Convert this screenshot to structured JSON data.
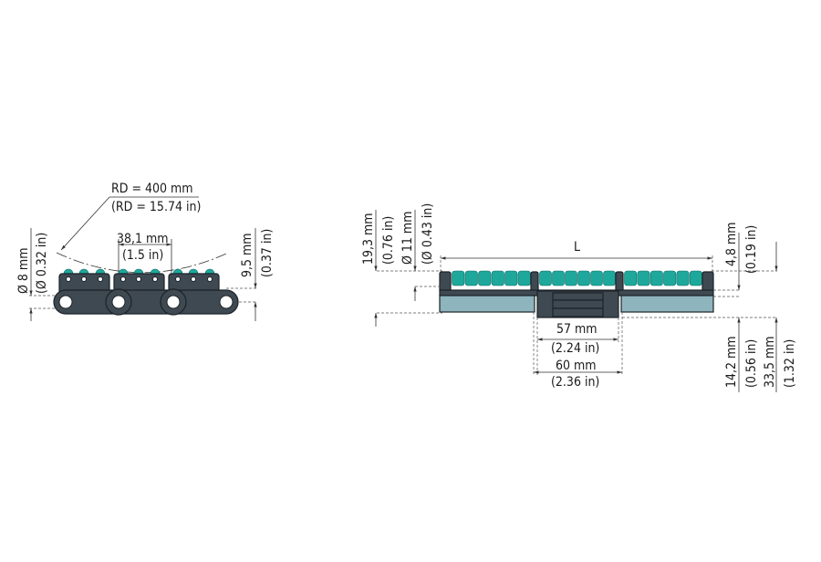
{
  "left_view": {
    "radius_mm": "RD = 400 mm",
    "radius_in": "(RD = 15.74 in)",
    "pitch_mm": "38,1 mm",
    "pitch_in": "(1.5 in)",
    "pin_diameter_mm": "Ø 8 mm",
    "pin_diameter_in": "(Ø 0.32 in)",
    "height_mm": "9,5 mm",
    "height_in": "(0.37 in)"
  },
  "right_view": {
    "length_label": "L",
    "overall_top_mm": "19,3 mm",
    "overall_top_in": "(0.76 in)",
    "roller_diameter_mm": "Ø 11 mm",
    "roller_diameter_in": "(Ø 0.43 in)",
    "roller_protrusion_mm": "4,8 mm",
    "roller_protrusion_in": "(0.19 in)",
    "inner_width_mm": "57 mm",
    "inner_width_in": "(2.24 in)",
    "outer_width_mm": "60 mm",
    "outer_width_in": "(2.36 in)",
    "base_height_mm": "14,2 mm",
    "base_height_in": "(0.56 in)",
    "total_height_mm": "33,5 mm",
    "total_height_in": "(1.32 in)"
  },
  "colors": {
    "body": "#3e4952",
    "roller": "#1ea89c",
    "base": "#8eb4be"
  }
}
